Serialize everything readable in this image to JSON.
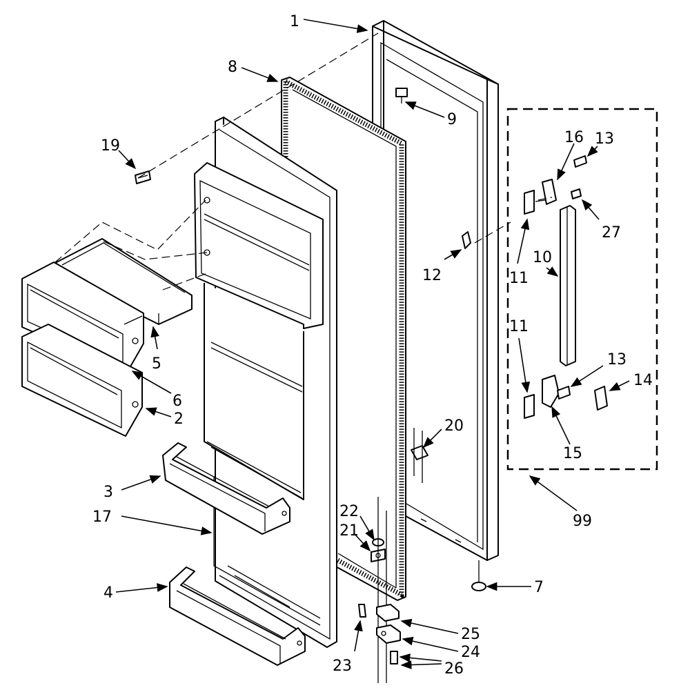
{
  "labels": {
    "door_panel": "1",
    "shelf_bin_2": "2",
    "door_shelf_3": "3",
    "door_shelf_4": "4",
    "shelf_cover_5": "5",
    "shelf_bin_6": "6",
    "leveler_7": "7",
    "gasket_8": "8",
    "plug_9": "9",
    "handle_10": "10",
    "bracket_11_top": "11",
    "bracket_11_bottom": "11",
    "clip_12": "12",
    "screw_13_top": "13",
    "screw_13_bottom": "13",
    "cap_14": "14",
    "handle_mount_15": "15",
    "handle_mount_16": "16",
    "door_liner_17": "17",
    "screw_19": "19",
    "stop_20": "20",
    "bushing_21": "21",
    "washer_22": "22",
    "screw_23": "23",
    "hinge_24": "24",
    "hinge_plate_25": "25",
    "screw_26": "26",
    "spacer_27": "27",
    "handle_kit_99": "99"
  }
}
